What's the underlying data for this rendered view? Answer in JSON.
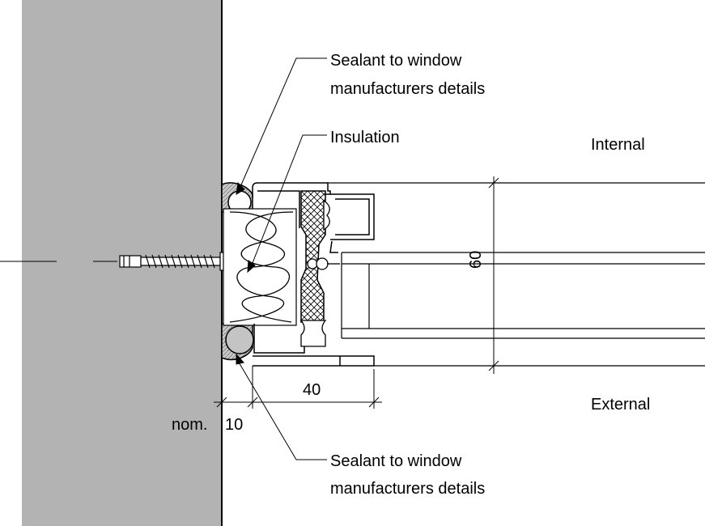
{
  "labels": {
    "sealant_top_line1": "Sealant to window",
    "sealant_top_line2": "manufacturers details",
    "insulation": "Insulation",
    "internal": "Internal",
    "external": "External",
    "dim_frame_depth": "40",
    "dim_nom_prefix": "nom.",
    "dim_nom_gap": "10",
    "dim_glazing_height": "60",
    "sealant_bottom_line1": "Sealant to window",
    "sealant_bottom_line2": "manufacturers details"
  },
  "colors": {
    "wall_fill": "#b3b3b3",
    "line": "#000000",
    "sealant_fill": "#c4c4c4",
    "background": "#ffffff"
  }
}
